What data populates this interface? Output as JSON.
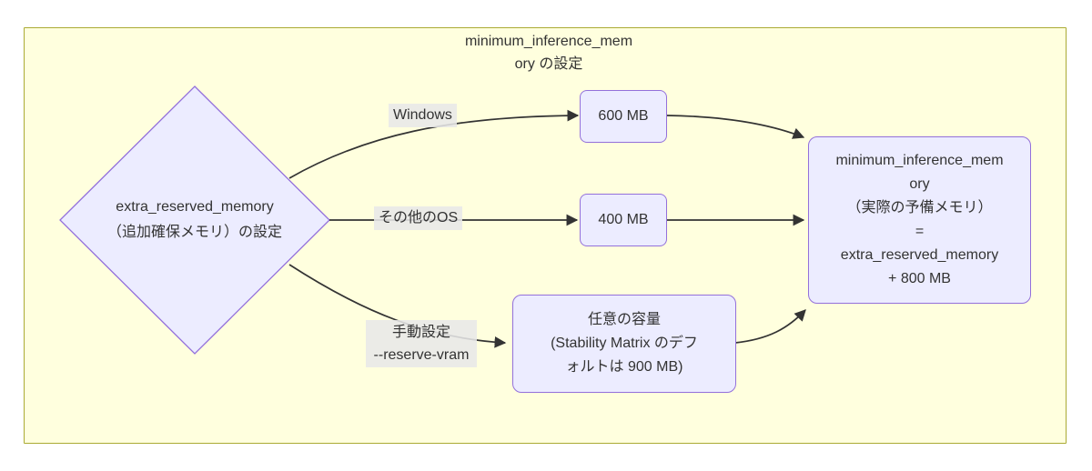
{
  "diagram": {
    "title": {
      "line1": "minimum_inference_mem",
      "line2": "ory の設定"
    },
    "decision": {
      "line1": "extra_reserved_memory",
      "line2": "（追加確保メモリ）の設定"
    },
    "branches": {
      "windows_label": "Windows",
      "windows_value": "600 MB",
      "other_os_label": "その他のOS",
      "other_os_value": "400 MB",
      "manual_label_line1": "手動設定",
      "manual_label_line2": "--reserve-vram",
      "manual_value_line1": "任意の容量",
      "manual_value_line2": "(Stability Matrix のデフ",
      "manual_value_line3": "ォルトは 900 MB)"
    },
    "result": {
      "lines": [
        "minimum_inference_mem",
        "ory",
        "（実際の予備メモリ）",
        "=",
        "extra_reserved_memory",
        "+ 800 MB"
      ]
    },
    "colors": {
      "subgraph_fill": "#ffffde",
      "subgraph_border": "#aaaa33",
      "node_fill": "#ececff",
      "node_border": "#9370db",
      "edge_stroke": "#333333",
      "text": "#333333",
      "edge_label_bg": "#e8e8e8"
    }
  }
}
